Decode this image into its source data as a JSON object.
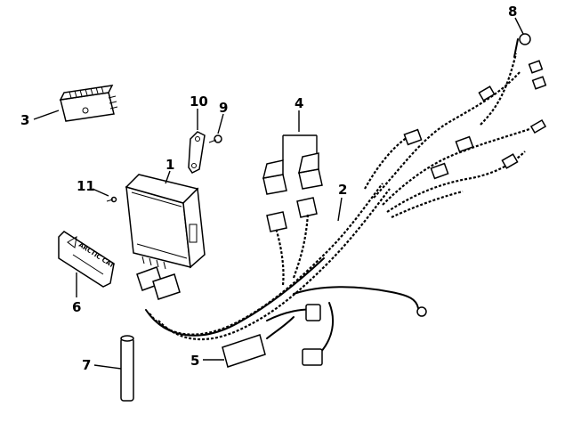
{
  "callouts": {
    "c1": "1",
    "c2": "2",
    "c3": "3",
    "c4": "4",
    "c5": "5",
    "c6": "6",
    "c7": "7",
    "c8": "8",
    "c9": "9",
    "c10": "10",
    "c11": "11"
  },
  "decal": {
    "text": "ARCTIC CAT"
  }
}
